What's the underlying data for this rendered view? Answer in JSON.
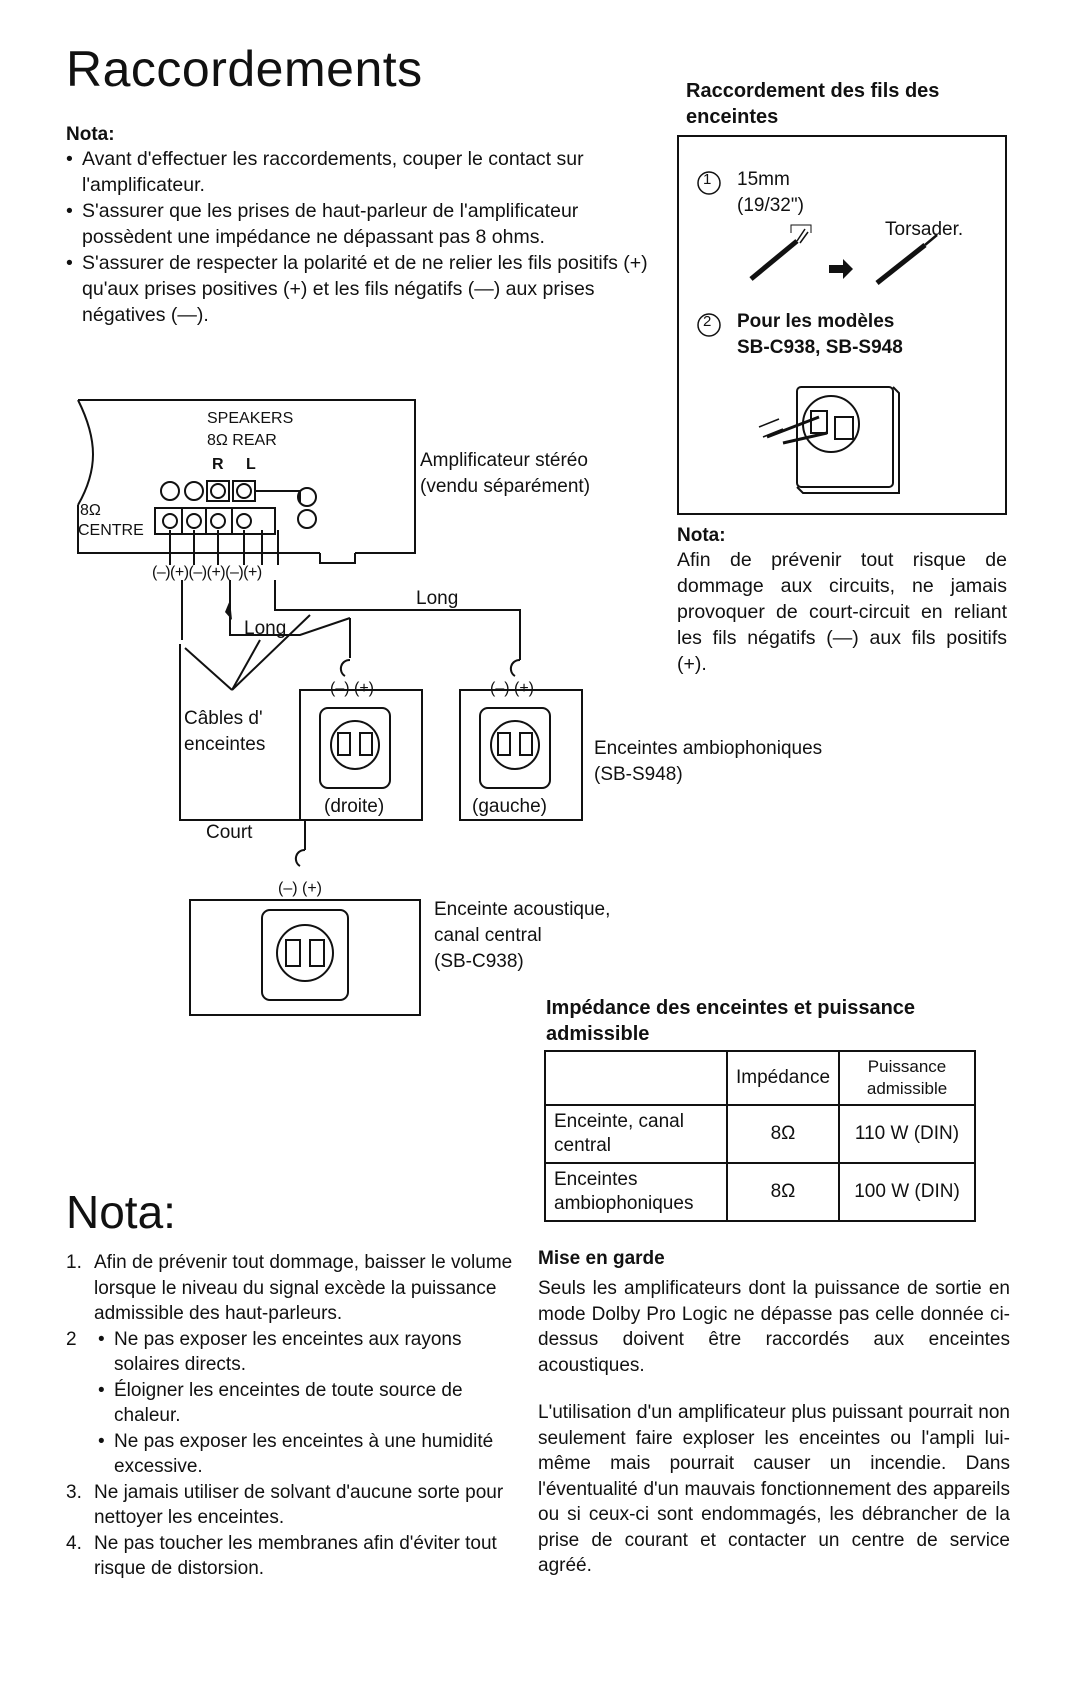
{
  "title": "Raccordements",
  "nota_top": {
    "label": "Nota:",
    "items": [
      "Avant d'effectuer les raccordements, couper le contact sur l'amplificateur.",
      "S'assurer que les prises de haut-parleur de l'amplificateur possèdent une impédance ne dépassant pas 8 ohms.",
      "S'assurer de respecter la polarité et de ne relier les fils positifs (+) qu'aux prises positives (+) et les fils négatifs (—) aux prises négatives (—)."
    ]
  },
  "wire_box": {
    "heading": "Raccordement des fils des enceintes",
    "step1_num": "1",
    "step1_len": "15mm",
    "step1_inch": "(19/32\")",
    "step1_twist": "Torsader.",
    "step2_num": "2",
    "step2_line1": "Pour les modèles",
    "step2_line2": "SB-C938, SB-S948"
  },
  "nota_right": {
    "label": "Nota:",
    "text": "Afin de prévenir tout risque de dommage aux circuits, ne jamais provoquer de court-circuit en reliant les fils négatifs (—) aux fils positifs (+)."
  },
  "diagram": {
    "speakers": "SPEAKERS",
    "rear": "8Ω REAR",
    "r": "R",
    "l": "L",
    "ohm8": "8Ω",
    "centre": "CENTRE",
    "terminals": "(–)(+)(–)(+)(–)(+)",
    "plus": "+",
    "minus": "–",
    "long1": "Long",
    "long2": "Long",
    "court": "Court",
    "cables_1": "Câbles d'",
    "cables_2": "enceintes",
    "polarity": "(–) (+)",
    "right_label": "(droite)",
    "left_label": "(gauche)",
    "amp_1": "Amplificateur stéréo",
    "amp_2": "(vendu séparément)",
    "surround_1": "Enceintes ambiophoniques",
    "surround_2": "(SB-S948)",
    "centre_1": "Enceinte acoustique,",
    "centre_2": "canal central",
    "centre_3": "(SB-C938)"
  },
  "impedance": {
    "heading_1": "Impédance des enceintes et puissance",
    "heading_2": "admissible",
    "col_imp": "Impédance",
    "col_pow_1": "Puissance",
    "col_pow_2": "admissible",
    "rows": [
      {
        "name_1": "Enceinte, canal",
        "name_2": "central",
        "imp": "8Ω",
        "pow": "110 W (DIN)"
      },
      {
        "name_1": "Enceintes",
        "name_2": "ambiophoniques",
        "imp": "8Ω",
        "pow": "100 W (DIN)"
      }
    ]
  },
  "nota_bottom": {
    "label": "Nota:",
    "item1_num": "1.",
    "item1": "Afin de prévenir tout dommage, baisser le volume lorsque le niveau du signal excède la puissance admissible des haut-parleurs.",
    "item2_num": "2",
    "item2_a": "Ne pas exposer les enceintes aux rayons solaires directs.",
    "item2_b": "Éloigner les enceintes de toute source de chaleur.",
    "item2_c": "Ne pas exposer les enceintes à une humidité excessive.",
    "item3_num": "3.",
    "item3": "Ne jamais utiliser de solvant d'aucune sorte pour nettoyer les enceintes.",
    "item4_num": "4.",
    "item4": "Ne pas toucher les membranes afin d'éviter tout risque de distorsion."
  },
  "caution": {
    "heading": "Mise en garde",
    "para1": "Seuls les amplificateurs dont la puissance de sortie en mode Dolby Pro Logic ne dépasse pas celle donnée ci-dessus doivent être raccordés aux enceintes acoustiques.",
    "para2": "L'utilisation d'un amplificateur plus puissant pourrait non seulement faire exploser les enceintes ou l'ampli lui-même mais pourrait causer un incendie. Dans l'éventualité d'un mauvais fonctionnement des appareils ou si ceux-ci sont endommagés, les débrancher de la prise de courant et contacter un centre de service agréé."
  }
}
